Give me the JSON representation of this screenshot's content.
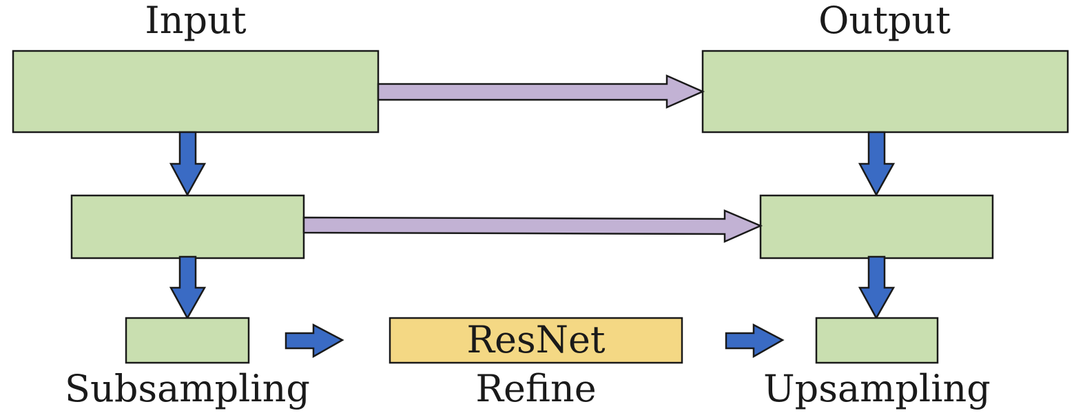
{
  "labels": {
    "input": "Input",
    "output": "Output",
    "resnet": "ResNet",
    "subsampling": "Subsampling",
    "refine": "Refine",
    "upsampling": "Upsampling"
  },
  "colors": {
    "feature_box": "#c9dfb0",
    "resnet_box": "#f4d884",
    "skip_arrow": "#c2b2d4",
    "flow_arrow": "#3a6bc4"
  }
}
